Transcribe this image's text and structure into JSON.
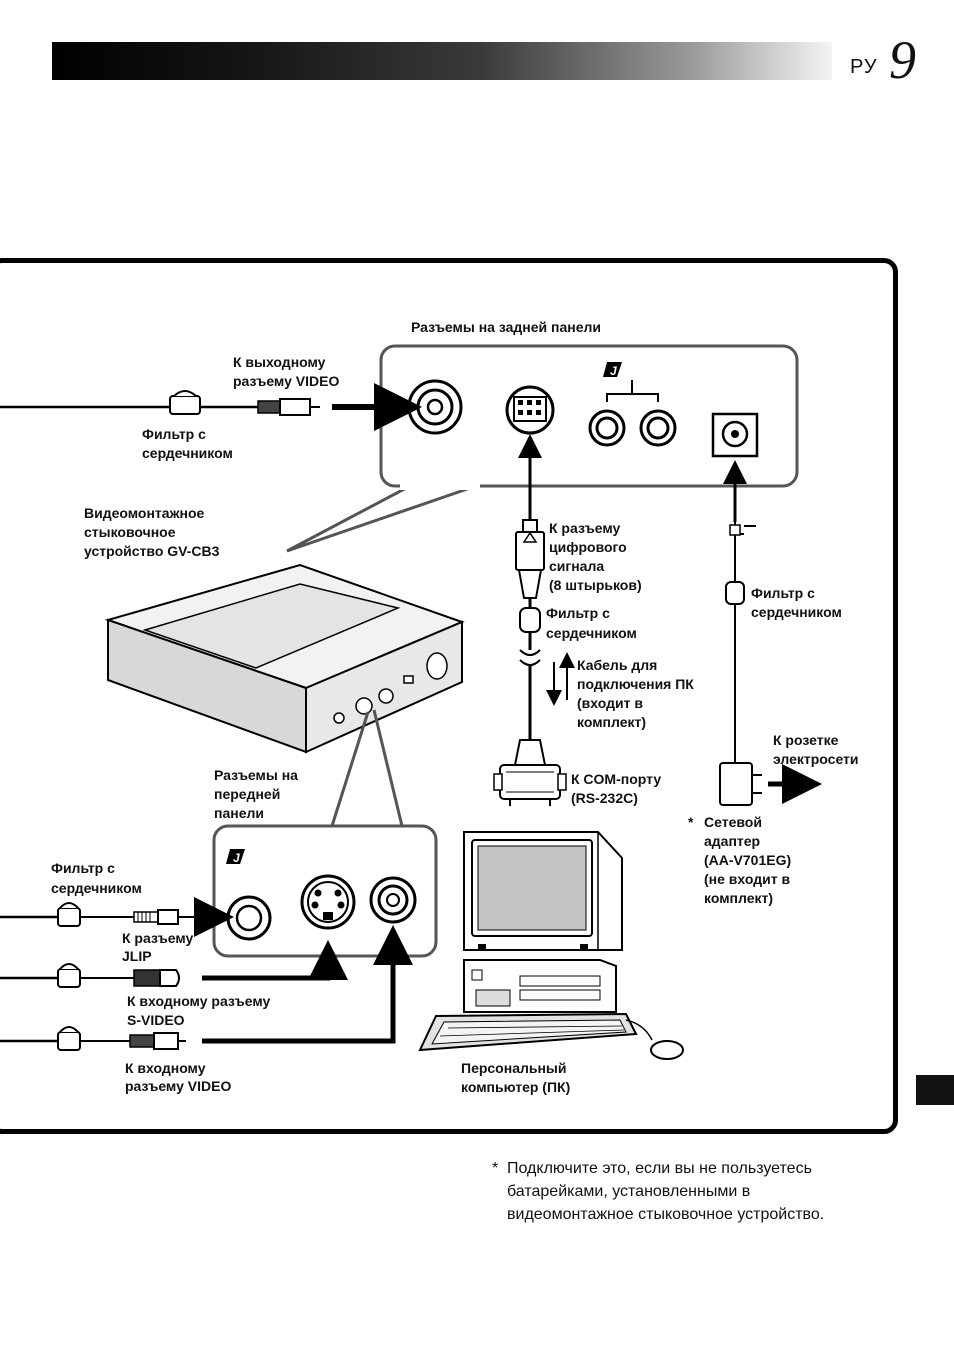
{
  "header": {
    "lang": "РУ",
    "page_number": "9"
  },
  "labels": {
    "rear_panel_title": "Разъемы на задней панели",
    "video_out_1": "К выходному",
    "video_out_2": "разъему VIDEO",
    "filter_top_1": "Фильтр с",
    "filter_top_2": "сердечником",
    "device_1": "Видеомонтажное",
    "device_2": "стыковочное",
    "device_3": "устройство GV-CB3",
    "digital_1": "К разъему",
    "digital_2": "цифрового",
    "digital_3": "сигнала",
    "digital_4": "(8 штырьков)",
    "filter_mid_1": "Фильтр с",
    "filter_mid_2": "сердечником",
    "filter_right_1": "Фильтр с",
    "filter_right_2": "сердечником",
    "pc_cable_1": "Кабель для",
    "pc_cable_2": "подключения ПК",
    "pc_cable_3": "(входит в",
    "pc_cable_4": "комплект)",
    "outlet_1": "К розетке",
    "outlet_2": "электросети",
    "com_1": "К COM-порту",
    "com_2": "(RS-232C)",
    "front_1": "Разъемы на",
    "front_2": "передней",
    "front_3": "панели",
    "adapter_star": "*",
    "adapter_1": "Сетевой",
    "adapter_2": "адаптер",
    "adapter_3": "(AA-V701EG)",
    "adapter_4": "(не входит в",
    "adapter_5": "комплект)",
    "filter_left_1": "Фильтр с",
    "filter_left_2": "сердечником",
    "jlip_1": "К разъему",
    "jlip_2": "JLIP",
    "svideo_1": "К входному разъему",
    "svideo_2": "S-VIDEO",
    "video_in_1": "К входному",
    "video_in_2": "разъему VIDEO",
    "pc_1": "Персональный",
    "pc_2": "компьютер (ПК)",
    "jlip_icon_label": "J"
  },
  "footnote": {
    "star": "*",
    "line1": "Подключите это, если вы не пользуетесь",
    "line2": "батарейками, установленными в",
    "line3": "видеомонтажное стыковочное устройство."
  }
}
